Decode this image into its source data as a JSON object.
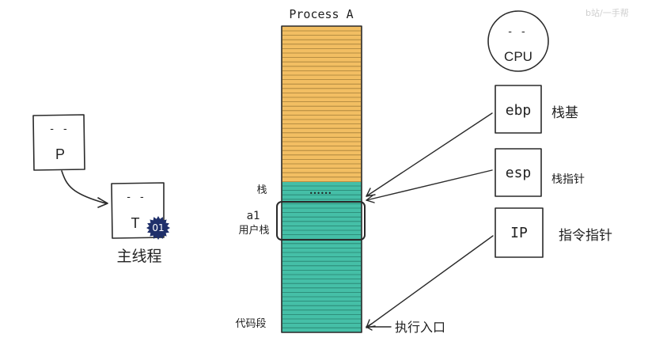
{
  "process": {
    "title": "Process A"
  },
  "memory_labels": {
    "stack": "栈",
    "dots": "••••••",
    "a1": "a1",
    "user_stack": "用户栈",
    "code_segment": "代码段",
    "entry": "执行入口"
  },
  "process_box": {
    "face": "- -",
    "label": "P"
  },
  "thread_box": {
    "face": "- -",
    "label": "T",
    "badge": "01",
    "caption": "主线程"
  },
  "cpu": {
    "face": "- -",
    "label": "CPU",
    "registers": [
      {
        "name": "ebp",
        "desc": "栈基"
      },
      {
        "name": "esp",
        "desc": "栈指针"
      },
      {
        "name": "IP",
        "desc": "指令指针"
      }
    ]
  },
  "watermark": "b站/一手帮",
  "colors": {
    "stack_region": "#F2BE62",
    "user_region": "#45BFA7",
    "badge": "#1f2f6a",
    "ink": "#2a2a2a"
  }
}
